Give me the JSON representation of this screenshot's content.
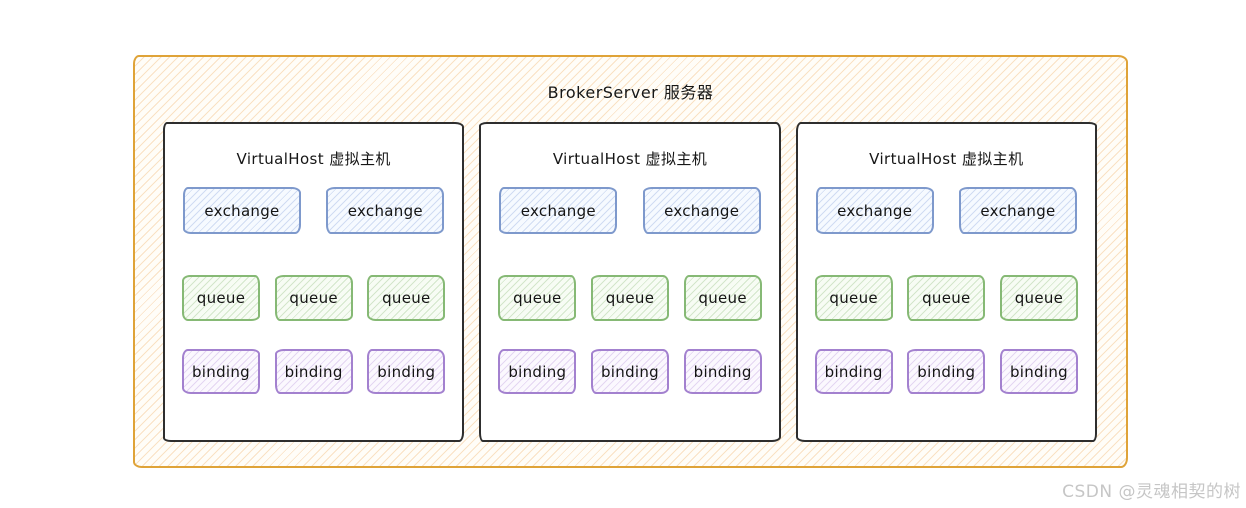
{
  "broker": {
    "title": "BrokerServer 服务器",
    "vhosts": [
      {
        "title": "VirtualHost 虚拟主机",
        "exchanges": [
          "exchange",
          "exchange"
        ],
        "queues": [
          "queue",
          "queue",
          "queue"
        ],
        "bindings": [
          "binding",
          "binding",
          "binding"
        ]
      },
      {
        "title": "VirtualHost 虚拟主机",
        "exchanges": [
          "exchange",
          "exchange"
        ],
        "queues": [
          "queue",
          "queue",
          "queue"
        ],
        "bindings": [
          "binding",
          "binding",
          "binding"
        ]
      },
      {
        "title": "VirtualHost 虚拟主机",
        "exchanges": [
          "exchange",
          "exchange"
        ],
        "queues": [
          "queue",
          "queue",
          "queue"
        ],
        "bindings": [
          "binding",
          "binding",
          "binding"
        ]
      }
    ]
  },
  "colors": {
    "broker_border": "#dfa338",
    "vhost_border": "#2e2e2e",
    "exchange_border": "#7e99cc",
    "queue_border": "#86b975",
    "binding_border": "#a381cf",
    "text": "#1b1b1b",
    "watermark": "#c6c6c6"
  },
  "watermark": "CSDN @灵魂相契的树"
}
